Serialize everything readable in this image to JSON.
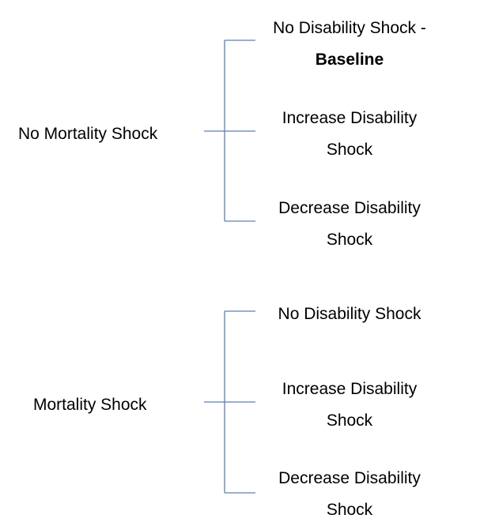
{
  "colors": {
    "connector": "#5b80b2",
    "text": "#000000",
    "background": "#ffffff"
  },
  "groups": [
    {
      "label": "No Mortality Shock",
      "leaves": [
        {
          "line1": "No Disability Shock -",
          "line2": "Baseline",
          "line2_bold": true
        },
        {
          "line1": "Increase Disability",
          "line2": "Shock"
        },
        {
          "line1": "Decrease Disability",
          "line2": "Shock"
        }
      ]
    },
    {
      "label": "Mortality Shock",
      "leaves": [
        {
          "line1": "No Disability Shock",
          "line2": ""
        },
        {
          "line1": "Increase Disability",
          "line2": "Shock"
        },
        {
          "line1": "Decrease Disability",
          "line2": "Shock"
        }
      ]
    }
  ]
}
